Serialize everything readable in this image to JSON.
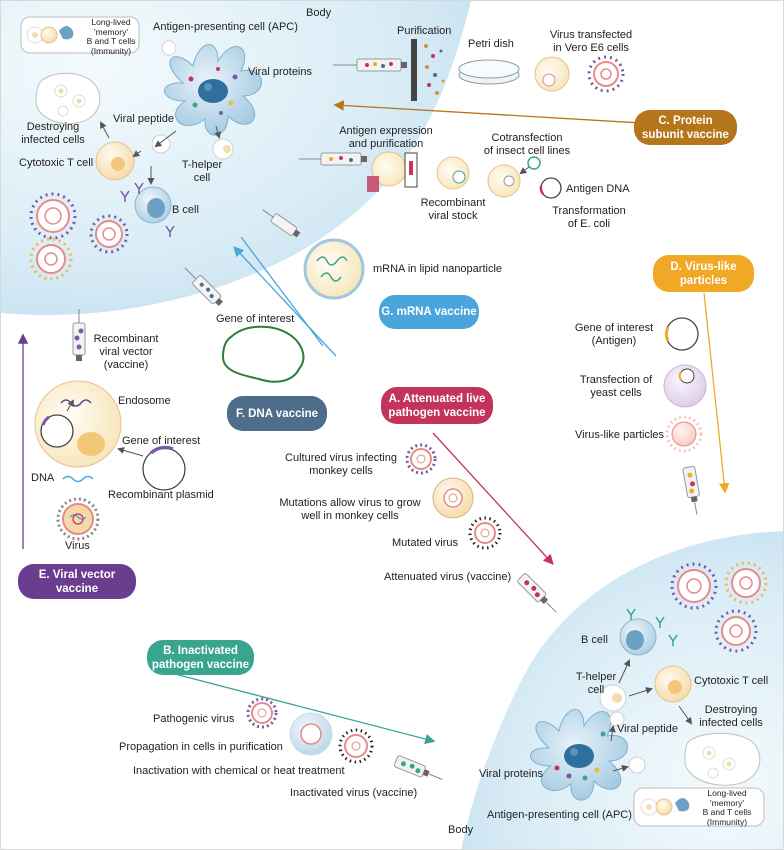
{
  "body_label_top": "Body",
  "body_label_bottom": "Body",
  "immune_top": {
    "memory": "Long-lived\n'memory'\nB and T cells\n(Immunity)",
    "apc": "Antigen-presenting cell (APC)",
    "viral_proteins": "Viral proteins",
    "viral_peptide": "Viral peptide",
    "destroying": "Destroying\ninfected cells",
    "cytotoxic": "Cytotoxic T cell",
    "helper": "T-helper\ncell",
    "bcell": "B cell"
  },
  "immune_bottom": {
    "bcell": "B cell",
    "helper": "T-helper\ncell",
    "cytotoxic": "Cytotoxic T cell",
    "destroying": "Destroying\ninfected cells",
    "viral_peptide": "Viral peptide",
    "viral_proteins": "Viral proteins",
    "apc": "Antigen-presenting cell (APC)",
    "memory": "Long-lived\n'memory'\nB and T cells\n(Immunity)"
  },
  "vaccines": {
    "A": {
      "label": "A. Attenuated live\npathogen vaccine",
      "color": "#c2345c",
      "steps": [
        "Cultured virus infecting\nmonkey cells",
        "Mutations allow virus to grow\nwell in monkey cells",
        "Mutated virus",
        "Attenuated virus (vaccine)"
      ]
    },
    "B": {
      "label": "B. Inactivated\npathogen vaccine",
      "color": "#3aa58e",
      "steps": [
        "Pathogenic virus",
        "Propagation in cells in purification",
        "Inactivation with chemical or heat treatment",
        "Inactivated virus (vaccine)"
      ]
    },
    "C": {
      "label": "C. Protein\nsubunit vaccine",
      "color": "#b5751b",
      "steps": [
        "Purification",
        "Petri dish",
        "Virus transfected\nin Vero E6 cells",
        "Antigen expression\nand purification",
        "Cotransfection\nof insect cell lines",
        "Recombinant\nviral stock",
        "Antigen DNA",
        "Transformation\nof E. coli"
      ]
    },
    "D": {
      "label": "D. Virus-like\nparticles",
      "color": "#f0a826",
      "steps": [
        "Gene of interest\n(Antigen)",
        "Transfection of\nyeast cells",
        "Virus-like particles"
      ]
    },
    "E": {
      "label": "E. Viral vector vaccine",
      "color": "#6b3d8f",
      "steps": [
        "Recombinant\nviral vector\n(vaccine)",
        "Endosome",
        "Gene of interest",
        "DNA",
        "Recombinant plasmid",
        "Virus"
      ]
    },
    "F": {
      "label": "F. DNA vaccine",
      "color": "#4e6d8a",
      "steps": [
        "Gene of interest"
      ]
    },
    "G": {
      "label": "G. mRNA vaccine",
      "color": "#4aa5dc",
      "steps": [
        "mRNA in lipid nanoparticle"
      ]
    }
  },
  "colors": {
    "body_fill": "#d8ecf6",
    "cell_fill": "#fbe6c6",
    "virus_ring": "#e88a8a",
    "spike_purple": "#7a5aa8",
    "spike_yellow": "#f0b84a",
    "apc_fill": "#2e6f9e"
  }
}
